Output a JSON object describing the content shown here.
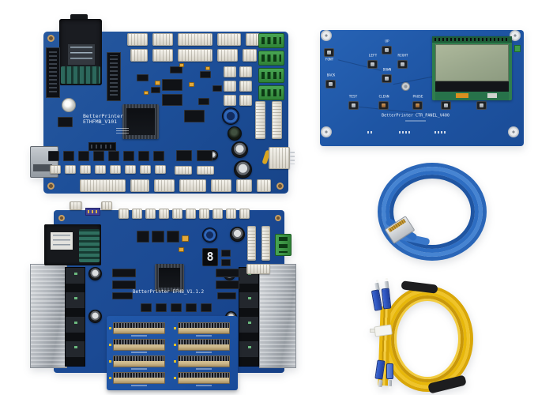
{
  "photo": {
    "background_color": "#ffffff"
  },
  "main_board": {
    "silkscreen_line1": "BetterPrinter",
    "silkscreen_line2": "ETHFMB_V101",
    "pcb_color": "#1d4f99",
    "terminal_block_color": "#3c9e47"
  },
  "control_panel": {
    "silkscreen_label": "BetterPrinter CTR_PANEL_V400",
    "pcb_color": "#1e55a4",
    "lcd_color": "#a2ad93",
    "buttons": [
      "FONT",
      "UP",
      "LEFT",
      "RIGHT",
      "BACK",
      "DOWN",
      "TEST",
      "CLEAN",
      "PAUSE"
    ]
  },
  "head_board": {
    "silkscreen_label": "BetterPrinter EFHB_V1.1.2",
    "seven_segment_digit": "8",
    "pcb_color": "#1b4a94",
    "heatsink_color": "#c3c8cd"
  },
  "ethernet_cable": {
    "cable_color": "#2d6dc2"
  },
  "fiber_cable": {
    "cable_color": "#eab80e",
    "connector_color": "#2d58c8"
  }
}
